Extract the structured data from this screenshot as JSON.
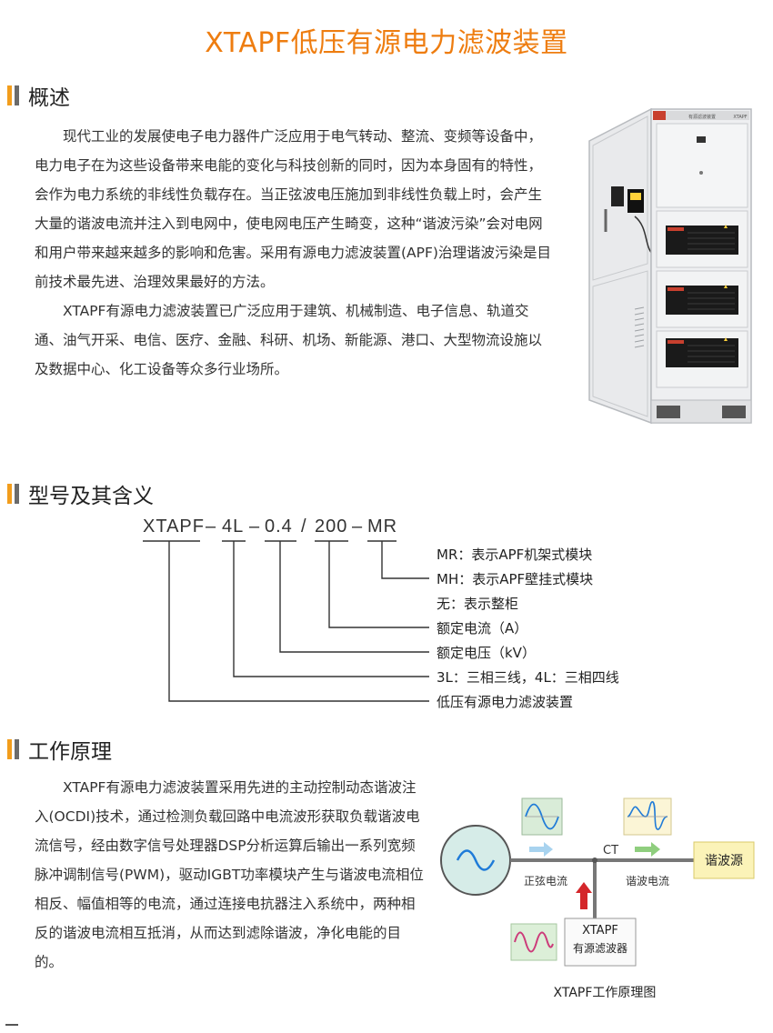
{
  "title": "XTAPF低压有源电力滤波装置",
  "sections": {
    "overview": {
      "heading": "概述",
      "paragraphs": [
        "现代工业的发展使电子电力器件广泛应用于电气转动、整流、变频等设备中，电力电子在为这些设备带来电能的变化与科技创新的同时，因为本身固有的特性，会作为电力系统的非线性负载存在。当正弦波电压施加到非线性负载上时，会产生大量的谐波电流并注入到电网中，使电网电压产生畸变，这种“谐波污染”会对电网和用户带来越来越多的影响和危害。采用有源电力滤波装置(APF)治理谐波污染是目前技术最先进、治理效果最好的方法。",
        "XTAPF有源电力滤波装置已广泛应用于建筑、机械制造、电子信息、轨道交通、油气开采、电信、医疗、金融、科研、机场、新能源、港口、大型物流设施以及数据中心、化工设备等众多行业场所。"
      ]
    },
    "model": {
      "heading": "型号及其含义",
      "code_parts": [
        "XTAPF",
        "–",
        "4L",
        "–",
        "0.4",
        "/",
        "200",
        "–",
        "MR"
      ],
      "legend": [
        "MR：表示APF机架式模块",
        "MH：表示APF壁挂式模块",
        "无：表示整柜",
        "额定电流（A）",
        "额定电压（kV）",
        "3L：三相三线，4L：三相四线",
        "低压有源电力滤波装置"
      ]
    },
    "principle": {
      "heading": "工作原理",
      "paragraph": "XTAPF有源电力滤波装置采用先进的主动控制动态谐波注入(OCDI)技术，通过检测负载回路中电流波形获取负载谐波电流信号，经由数字信号处理器DSP分析运算后输出一系列宽频脉冲调制信号(PWM)，驱动IGBT功率模块产生与谐波电流相位相反、幅值相等的电流，通过连接电抗器注入系统中，两种相反的谐波电流相互抵消，从而达到滤除谐波，净化电能的目的。",
      "diagram": {
        "ct_label": "CT",
        "sine_label": "正弦电流",
        "harmonic_label": "谐波电流",
        "source_label": "谐波源",
        "device_line1": "XTAPF",
        "device_line2": "有源滤波器",
        "caption": "XTAPF工作原理图"
      }
    }
  },
  "cabinet": {
    "header_text": "有源滤波装置",
    "brand": "XTAPF"
  },
  "colors": {
    "accent": "#ee7d10",
    "bar_orange": "#f29d1c",
    "bar_gray": "#6b6b6b"
  }
}
